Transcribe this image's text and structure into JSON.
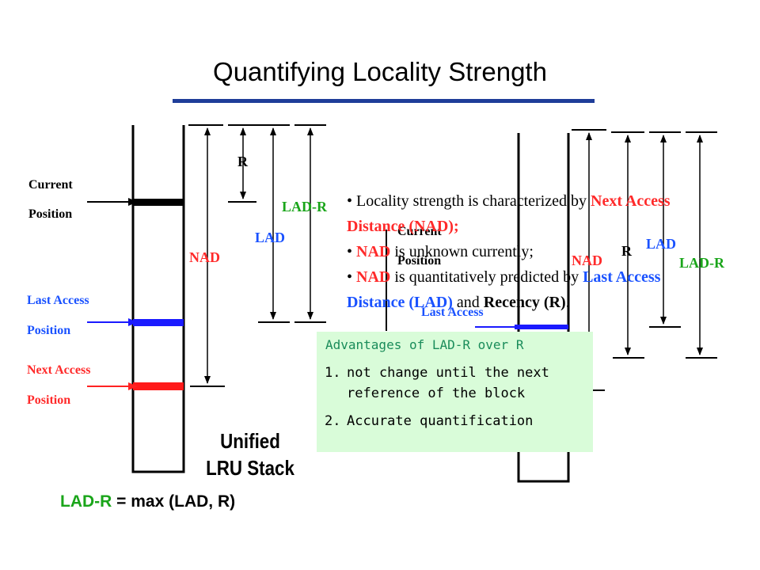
{
  "title": "Quantifying Locality Strength",
  "left_diagram": {
    "current_position_line1": "Current",
    "current_position_line2": "Position",
    "last_access_line1": "Last Access",
    "last_access_line2": "Position",
    "next_access_line1": "Next Access",
    "next_access_line2": "Position",
    "r_label": "R",
    "nad_label": "NAD",
    "lad_label": "LAD",
    "lad_r_label": "LAD-R",
    "stack_title_line1": "Unified",
    "stack_title_line2": "LRU Stack"
  },
  "formula": {
    "lhs": "LAD-R",
    "rhs": " = max (LAD, R)"
  },
  "right_diagram": {
    "current_position_line1": "Current",
    "current_position_line2": "Position",
    "last_access_line1": "Last Access",
    "nad_label": "NAD",
    "r_label": "R",
    "lad_label": "LAD",
    "lad_r_label": "LAD-R"
  },
  "bullets": {
    "b1_pre": "Locality strength is characterized by ",
    "b1_kw": "Next Access Distance (NAD);",
    "b2_kw": "NAD",
    "b2_post": " is unknown currently;",
    "b3_kw1": "NAD",
    "b3_mid": "  is quantitatively predicted by ",
    "b3_kw2": "Last Access Distance (LAD)",
    "b3_and": " and ",
    "b3_kw3": "Recency (R)",
    "b3_end": "."
  },
  "advantages": {
    "heading": "Advantages of LAD-R over R",
    "items": [
      {
        "num": "1.",
        "text": "not change until the next reference of the block"
      },
      {
        "num": "2.",
        "text": "Accurate quantification"
      }
    ]
  },
  "colors": {
    "accent_blue": "#1f3d99",
    "red": "#ff2a2a",
    "blue": "#1a52ff",
    "green": "#1aa51a",
    "box_bg": "#d9fcd9"
  }
}
